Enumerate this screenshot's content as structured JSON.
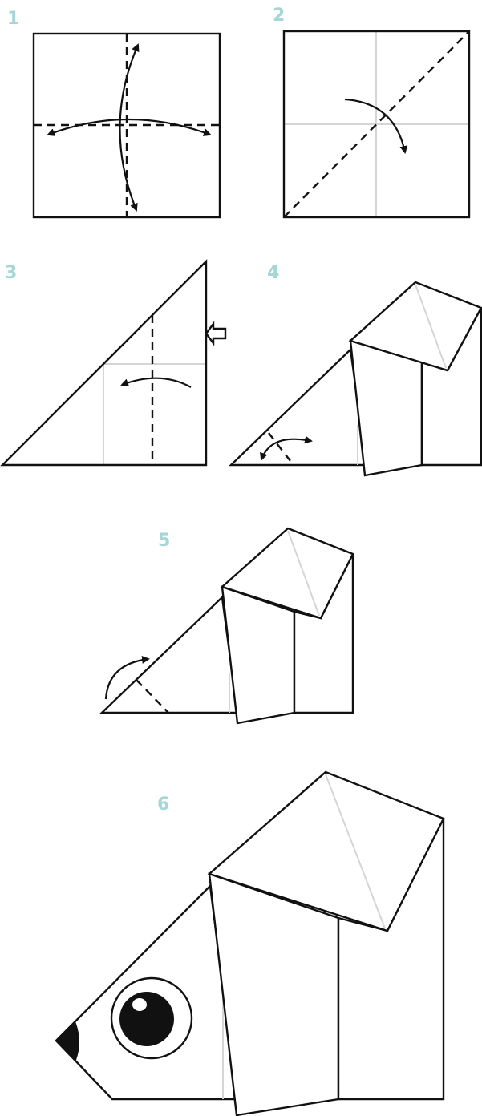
{
  "steps": [
    {
      "id": "1",
      "label": "1"
    },
    {
      "id": "2",
      "label": "2"
    },
    {
      "id": "3",
      "label": "3"
    },
    {
      "id": "4",
      "label": "4"
    },
    {
      "id": "5",
      "label": "5"
    },
    {
      "id": "6",
      "label": "6"
    }
  ],
  "colors": {
    "step_number": "#a6d6d6",
    "line": "#111111",
    "crease": "#d5d5d5",
    "paper": "#ffffff"
  }
}
